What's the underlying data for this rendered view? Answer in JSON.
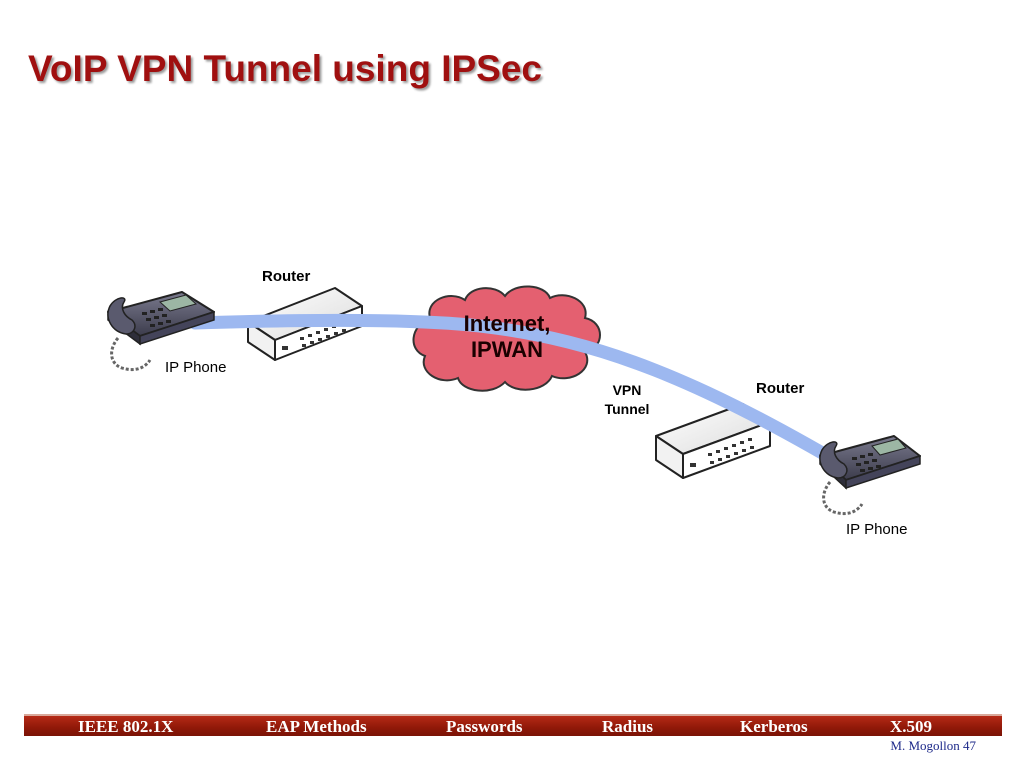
{
  "slide": {
    "title": "VoIP VPN Tunnel using IPSec"
  },
  "diagram": {
    "left_router_label": "Router",
    "right_router_label": "Router",
    "left_phone_label": "IP Phone",
    "right_phone_label": "IP Phone",
    "cloud_line1": "Internet,",
    "cloud_line2": "IPWAN",
    "tunnel_line1": "VPN",
    "tunnel_line2": "Tunnel"
  },
  "footer": {
    "items": [
      "IEEE 802.1X",
      "EAP Methods",
      "Passwords",
      "Radius",
      "Kerberos",
      "X.509"
    ],
    "credit": "M. Mogollon 47"
  },
  "colors": {
    "title": "#a01010",
    "footer_bar": "#8f1808",
    "cloud_fill": "#e46070",
    "tunnel": "#9db8f0",
    "credit": "#1e2a8a"
  }
}
